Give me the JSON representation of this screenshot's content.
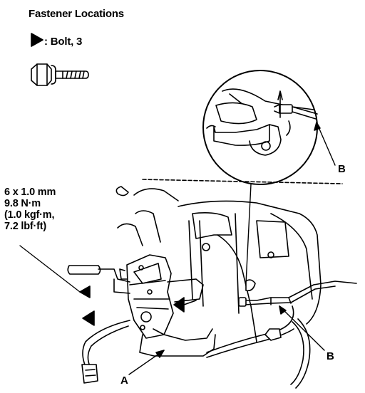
{
  "title": "Fastener Locations",
  "legend": {
    "marker": "arrowhead-icon",
    "text": ": Bolt, 3"
  },
  "torque_spec": [
    "6 x 1.0 mm",
    "9.8 N·m",
    "(1.0 kgf·m,",
    "7.2 lbf·ft)"
  ],
  "callouts": {
    "a": "A",
    "b_upper": "B",
    "b_lower": "B"
  },
  "colors": {
    "ink": "#000000",
    "paper": "#ffffff"
  }
}
